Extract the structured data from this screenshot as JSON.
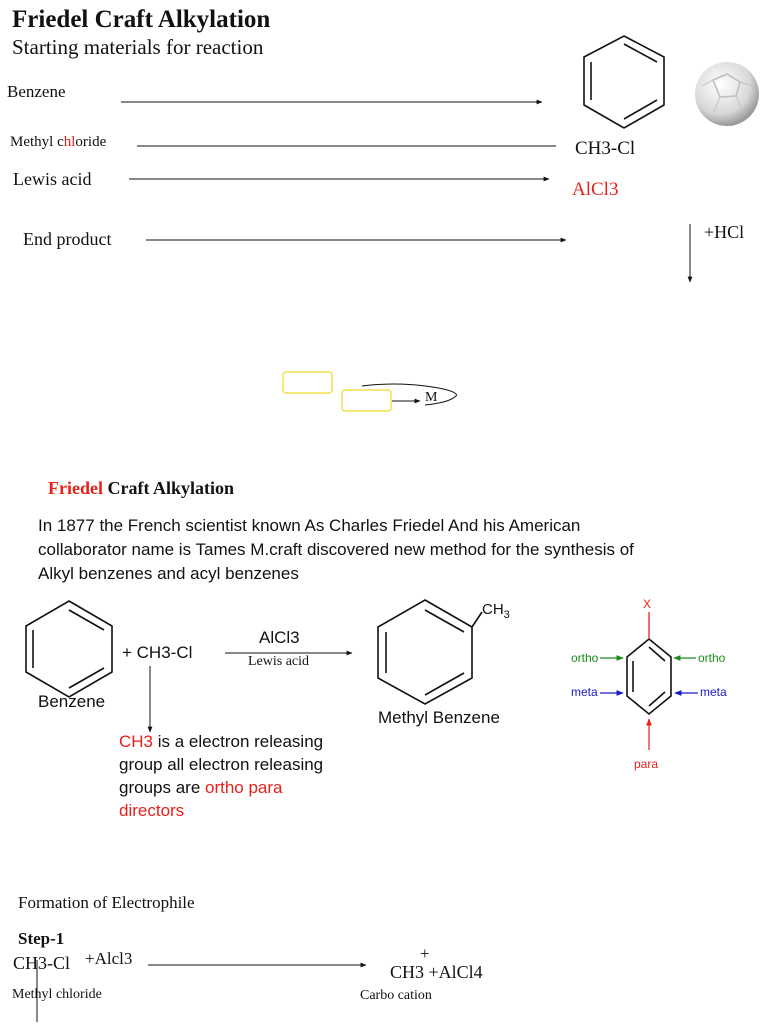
{
  "header": {
    "title": "Friedel Craft Alkylation",
    "subtitle": "Starting materials for reaction"
  },
  "materials": {
    "benzene_label": "Benzene",
    "methyl_chloride_label_a": "Methyl c",
    "methyl_chloride_label_b": "hl",
    "methyl_chloride_label_c": "oride",
    "methyl_chloride_formula": "CH3-Cl",
    "lewis_acid_label": "Lewis acid",
    "lewis_acid_formula": "AlCl3",
    "end_product_label": "End product",
    "hcl": "+HCl",
    "m_label": "M"
  },
  "section2": {
    "title_red": "Friedel",
    "title_black": " Craft Alkylation",
    "para_line1": "In 1877 the French scientist known As Charles Friedel And his American",
    "para_line2": "collaborator name is Tames M.craft discovered new method for the synthesis of",
    "para_line3": "Alkyl benzenes and acyl benzenes"
  },
  "reaction": {
    "reactant_label": "Benzene",
    "plus_reagent": "+ CH3-Cl",
    "catalyst": "AlCl3",
    "catalyst_note": "Lewis acid",
    "product_substituent": "CH",
    "product_substituent_sub": "3",
    "product_label": "Methyl Benzene",
    "note_red_1": "CH3",
    "note_line1_rest": " is a  electron releasing",
    "note_line2": "group  all electron releasing",
    "note_line3_start": "groups are ",
    "note_line3_red": "ortho para",
    "note_line4_red": "directors"
  },
  "directors": {
    "x": "X",
    "ortho_left": "ortho",
    "ortho_right": "ortho",
    "meta_left": "meta",
    "meta_right": "meta",
    "para": "para",
    "colors": {
      "x": "#e8211a",
      "ortho": "#1a8a1a",
      "meta": "#1a1acc",
      "para": "#e8211a"
    }
  },
  "electrophile": {
    "heading": "Formation of Electrophile",
    "step": "Step-1",
    "reactant": "CH3-Cl",
    "reagent": "+Alcl3",
    "charge": "+",
    "product": "CH3 +AlCl4",
    "reactant_name": "Methyl chloride",
    "product_name": "Carbo cation"
  }
}
